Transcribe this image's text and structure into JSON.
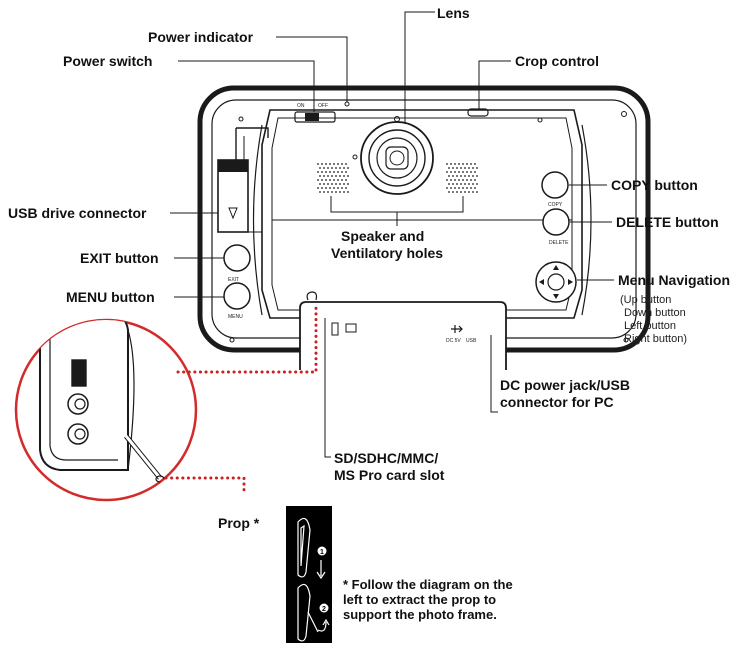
{
  "labels": {
    "lens": "Lens",
    "power_indicator": "Power indicator",
    "power_switch": "Power switch",
    "crop_control": "Crop control",
    "copy_button": "COPY button",
    "delete_button": "DELETE button",
    "usb_drive_connector": "USB drive connector",
    "speaker_line1": "Speaker and",
    "speaker_line2": "Ventilatory holes",
    "exit_button": "EXIT button",
    "menu_button": "MENU button",
    "menu_navigation": "Menu Navigation",
    "nav_sub": [
      "(Up button",
      "Down button",
      "Left button",
      "Right button)"
    ],
    "dc_line1": "DC power jack/USB",
    "dc_line2": "connector for PC",
    "card_line1": "SD/SDHC/MMC/",
    "card_line2": "MS Pro card slot",
    "prop": "Prop *"
  },
  "device_text": {
    "on": "ON",
    "off": "OFF",
    "copy": "COPY",
    "delete": "DELETE",
    "exit": "EXIT",
    "menu": "MENU",
    "dc": "DC 5V",
    "usb": "USB"
  },
  "note": {
    "line1": "* Follow the diagram on the",
    "line2": "left to extract the prop to",
    "line3": "support the photo frame."
  },
  "colors": {
    "callout_dots": "#cc1f1f",
    "circle_outline": "#d42a2a",
    "inset_background": "#000000"
  }
}
